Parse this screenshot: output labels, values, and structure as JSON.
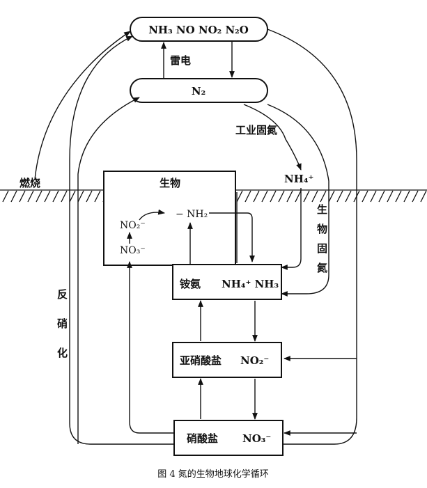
{
  "top_pill": {
    "text": "NH₃  NO  NO₂  N₂O"
  },
  "n2_pill": {
    "text": "N₂"
  },
  "labels": {
    "lightning": "雷电",
    "combustion": "燃烧",
    "industrial_fixation": "工业固氮",
    "nh4_plus": "NH₄⁺",
    "bio_fixation": [
      "生",
      "物",
      "固",
      "氮"
    ],
    "denitrification": [
      "反",
      "硝",
      "化"
    ]
  },
  "organism_box": {
    "title": "生物",
    "no2": "NO₂⁻",
    "no3": "NO₃⁻",
    "nh2": "− NH₂"
  },
  "ammonium_box": {
    "name": "铵氨",
    "formula": "NH₄⁺ NH₃"
  },
  "nitrite_box": {
    "name": "亚硝酸盐",
    "formula": "NO₂⁻"
  },
  "nitrate_box": {
    "name": "硝酸盐",
    "formula": "NO₃⁻"
  },
  "caption": "图 4    氮的生物地球化学循环"
}
